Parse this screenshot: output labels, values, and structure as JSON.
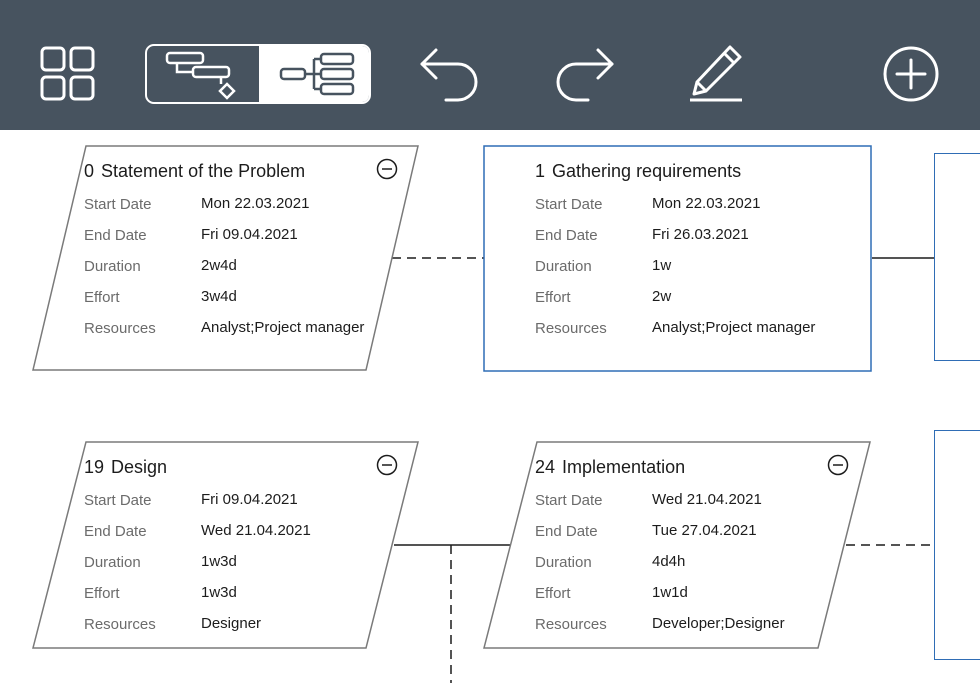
{
  "toolbar": {
    "buttons": [
      {
        "name": "grid-view-icon"
      },
      {
        "name": "gantt-view-icon"
      },
      {
        "name": "network-view-icon",
        "selected": true
      },
      {
        "name": "undo-icon"
      },
      {
        "name": "redo-icon"
      },
      {
        "name": "edit-pencil-icon"
      },
      {
        "name": "add-circle-icon"
      }
    ],
    "background": "#47535f"
  },
  "labels": {
    "start": "Start Date",
    "end": "End Date",
    "duration": "Duration",
    "effort": "Effort",
    "resources": "Resources"
  },
  "tasks": [
    {
      "id": "0",
      "name": "Statement of the Problem",
      "start": "Mon 22.03.2021",
      "end": "Fri 09.04.2021",
      "duration": "2w4d",
      "effort": "3w4d",
      "resources": "Analyst;Project manager",
      "shape": "parallelogram",
      "collapsible": true
    },
    {
      "id": "1",
      "name": "Gathering requirements",
      "start": "Mon 22.03.2021",
      "end": "Fri 26.03.2021",
      "duration": "1w",
      "effort": "2w",
      "resources": "Analyst;Project manager",
      "shape": "rectangle",
      "selected": true
    },
    {
      "id": "19",
      "name": "Design",
      "start": "Fri 09.04.2021",
      "end": "Wed 21.04.2021",
      "duration": "1w3d",
      "effort": "1w3d",
      "resources": "Designer",
      "shape": "parallelogram",
      "collapsible": true
    },
    {
      "id": "24",
      "name": "Implementation",
      "start": "Wed 21.04.2021",
      "end": "Tue 27.04.2021",
      "duration": "4d4h",
      "effort": "1w1d",
      "resources": "Developer;Designer",
      "shape": "parallelogram",
      "collapsible": true
    }
  ],
  "colors": {
    "accent": "#2f6db5",
    "border": "#7a7a7a",
    "label": "#6b6b6b"
  }
}
